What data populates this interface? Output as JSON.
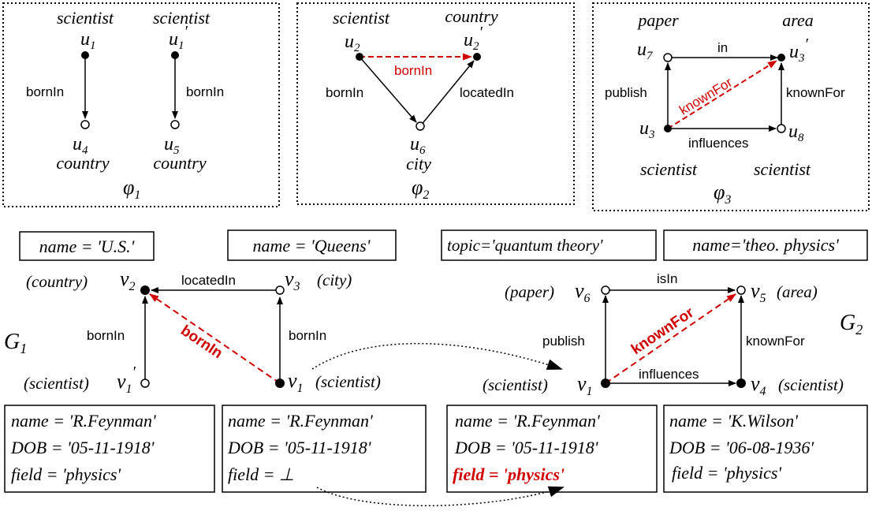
{
  "colors": {
    "ink": "#000000",
    "highlight": "#d00000"
  },
  "patterns": {
    "phi1": {
      "symbol": "φ1",
      "symbol_main": "φ",
      "symbol_sub": "1",
      "nodes": {
        "u1": {
          "var": "u",
          "sub": "1",
          "type": "scientist"
        },
        "u1p": {
          "var": "u",
          "sub": "1",
          "prime": "′",
          "type": "scientist"
        },
        "u4": {
          "var": "u",
          "sub": "4",
          "type": "country"
        },
        "u5": {
          "var": "u",
          "sub": "5",
          "type": "country"
        }
      },
      "edges": {
        "e1": "bornIn",
        "e2": "bornIn"
      }
    },
    "phi2": {
      "symbol": "φ2",
      "symbol_main": "φ",
      "symbol_sub": "2",
      "nodes": {
        "u2": {
          "var": "u",
          "sub": "2",
          "type": "scientist"
        },
        "u2p": {
          "var": "u",
          "sub": "2",
          "prime": "′",
          "type": "country"
        },
        "u6": {
          "var": "u",
          "sub": "6",
          "type": "city"
        }
      },
      "edges": {
        "derived": "bornIn",
        "bornIn": "bornIn",
        "locatedIn": "locatedIn"
      }
    },
    "phi3": {
      "symbol": "φ3",
      "symbol_main": "φ",
      "symbol_sub": "3",
      "nodes": {
        "u7": {
          "var": "u",
          "sub": "7",
          "type": "paper"
        },
        "u3p": {
          "var": "u",
          "sub": "3",
          "prime": "′",
          "type": "area"
        },
        "u3": {
          "var": "u",
          "sub": "3",
          "type": "scientist"
        },
        "u8": {
          "var": "u",
          "sub": "8",
          "type": "scientist"
        }
      },
      "edges": {
        "in": "in",
        "publish": "publish",
        "knownFor": "knownFor",
        "derived": "knownFor",
        "influences": "influences"
      }
    }
  },
  "graphs": {
    "G1": {
      "label": "G",
      "label_sub": "1",
      "attr_boxes": {
        "country": "name = 'U.S.'",
        "city": "name = 'Queens'"
      },
      "nodes": {
        "v2": {
          "type": "(country)",
          "var": "v",
          "sub": "2"
        },
        "v3": {
          "type": "(city)",
          "var": "v",
          "sub": "3"
        },
        "v1p": {
          "type": "(scientist)",
          "var": "v",
          "sub": "1",
          "prime": "′"
        },
        "v1": {
          "type": "(scientist)",
          "var": "v",
          "sub": "1"
        }
      },
      "edges": {
        "locatedIn": "locatedIn",
        "left_bornIn": "bornIn",
        "right_bornIn": "bornIn",
        "derived": "bornIn"
      },
      "records": [
        [
          "name = 'R.Feynman'",
          "DOB = '05-11-1918'",
          "field = 'physics'"
        ],
        [
          "name = 'R.Feynman'",
          "DOB = '05-11-1918'",
          "field = ⊥"
        ]
      ]
    },
    "G2": {
      "label": "G",
      "label_sub": "2",
      "attr_boxes": {
        "paper": "topic='quantum theory'",
        "area": "name='theo. physics'"
      },
      "nodes": {
        "v6": {
          "type": "(paper)",
          "var": "v",
          "sub": "6"
        },
        "v5": {
          "type": "(area)",
          "var": "v",
          "sub": "5"
        },
        "v1": {
          "type": "(scientist)",
          "var": "v",
          "sub": "1"
        },
        "v4": {
          "type": "(scientist)",
          "var": "v",
          "sub": "4"
        }
      },
      "edges": {
        "isIn": "isIn",
        "publish": "publish",
        "knownFor": "knownFor",
        "derived": "knownFor",
        "influences": "influences"
      },
      "records": [
        [
          "name = 'R.Feynman'",
          "DOB = '05-11-1918'",
          "field = 'physics'"
        ],
        [
          "name = 'K.Wilson'",
          "DOB = '06-08-1936'",
          "field = 'physics'"
        ]
      ]
    }
  }
}
